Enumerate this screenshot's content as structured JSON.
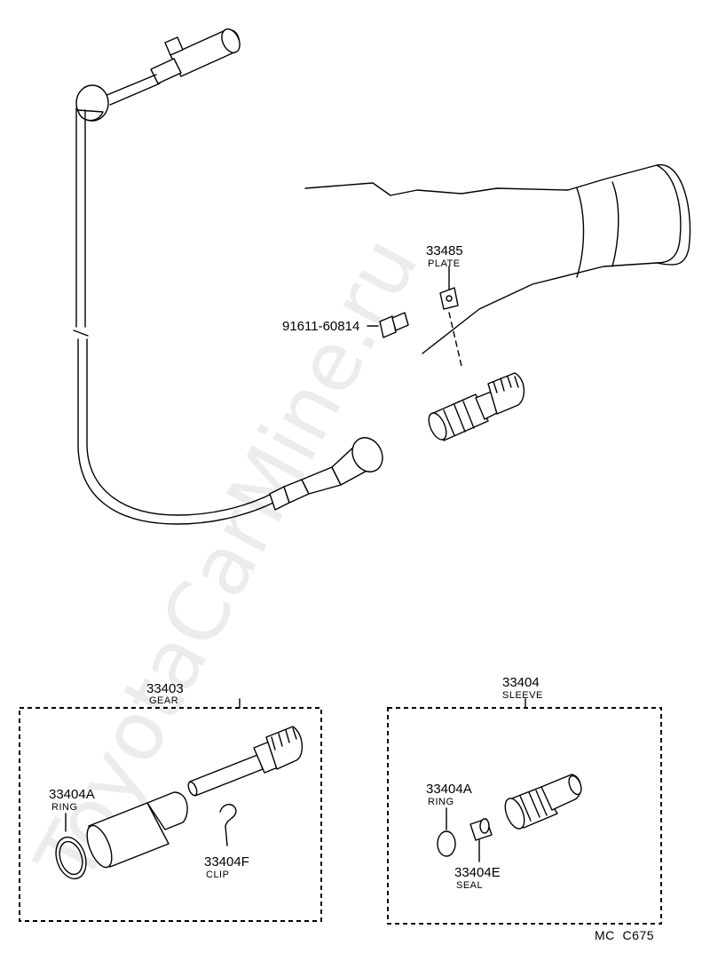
{
  "watermark": "ToyotaCarMine.ru",
  "labels": {
    "plate": {
      "number": "33485",
      "name": "PLATE"
    },
    "bolt": {
      "number": "91611-60814"
    },
    "gear": {
      "number": "33403",
      "name": "GEAR"
    },
    "ring_left": {
      "number": "33404A",
      "name": "RING"
    },
    "clip": {
      "number": "33404F",
      "name": "CLIP"
    },
    "sleeve": {
      "number": "33404",
      "name": "SLEEVE"
    },
    "ring_right": {
      "number": "33404A",
      "name": "RING"
    },
    "seal": {
      "number": "33404E",
      "name": "SEAL"
    }
  },
  "reference": "MC  C675"
}
